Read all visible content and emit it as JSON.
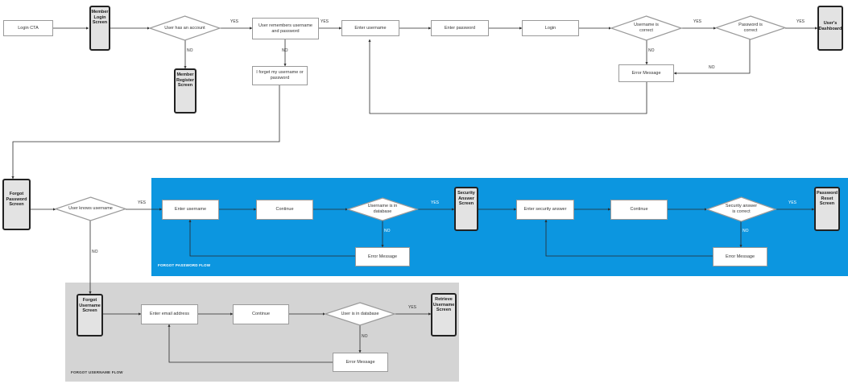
{
  "colors": {
    "forgot_password_region": "#0c96e0",
    "forgot_username_region": "#d4d4d4",
    "screen_fill": "#e3e3e3"
  },
  "regions": {
    "forgot_password": "FORGOT PASSWORD FLOW",
    "forgot_username": "FORGOT USERNAME FLOW"
  },
  "nodes": {
    "login_cta": "Login CTA",
    "member_login_screen": "Member\nLogin\nScreen",
    "has_account": "User has an account",
    "member_register_screen": "Member\nRegister\nScreen",
    "remembers_credentials": "User remembers username and password",
    "forgot_credentials": "I forget my username or password",
    "enter_username_top": "Enter username",
    "enter_password": "Enter password",
    "login": "Login",
    "username_correct": "Username is\ncorrect",
    "password_correct": "Password is\ncorrect",
    "users_dashboard": "User's\nDashboard",
    "error_top": "Error Message",
    "forgot_password_screen": "Forgot\nPassword\nScreen",
    "knows_username": "User knows username",
    "fp_enter_username": "Enter username",
    "fp_continue_1": "Continue",
    "username_in_db": "Username is in\ndatabase",
    "fp_error_1": "Error Message",
    "security_answer_screen": "Security\nAnswer\nScreen",
    "enter_security_answer": "Enter security answer",
    "fp_continue_2": "Continue",
    "security_answer_correct": "Security answer\nis correct",
    "fp_error_2": "Error Message",
    "password_reset_screen": "Password\nReset\nScreen",
    "forgot_username_screen": "Forgot\nUsername\nScreen",
    "enter_email": "Enter email address",
    "fu_continue": "Continue",
    "user_in_db": "User is in database",
    "fu_error": "Error Message",
    "retrieve_username_screen": "Retrieve\nUsername\nScreen"
  },
  "labels": {
    "yes": "YES",
    "no": "NO"
  }
}
